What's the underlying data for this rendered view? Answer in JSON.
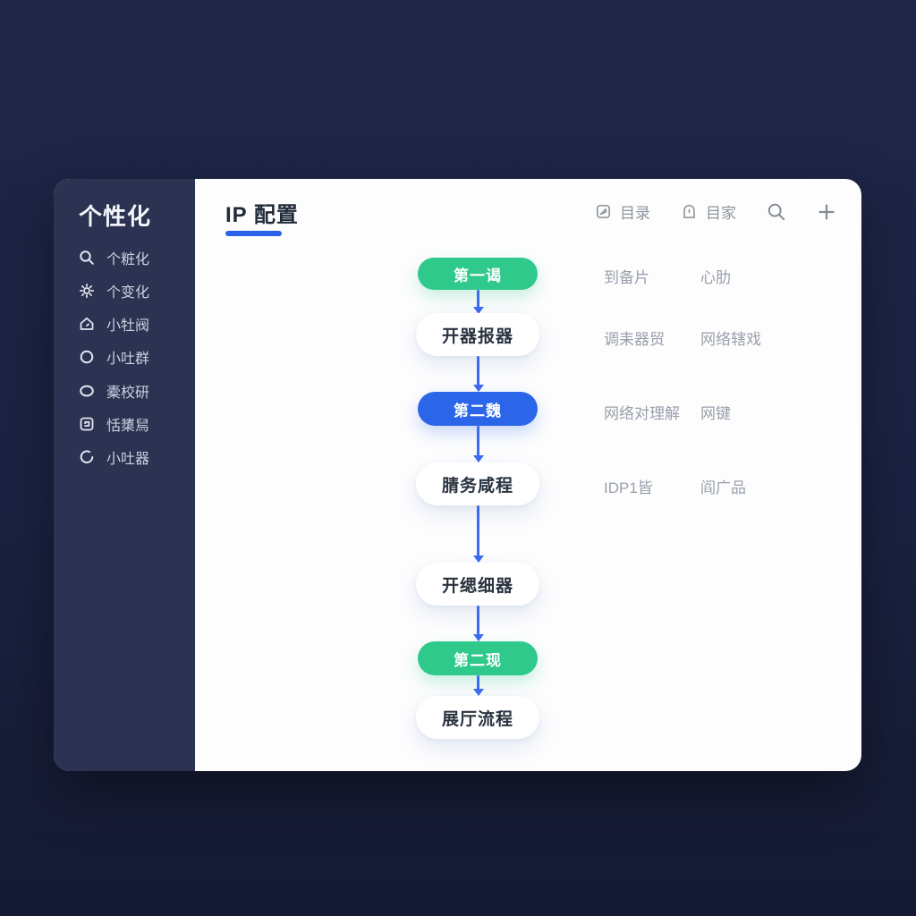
{
  "colors": {
    "background": "#1d2441",
    "sidebar": "#2b3252",
    "card": "#fdfdfe",
    "accent_blue": "#2b63e8",
    "stage_green": "#2fc98c",
    "stage_blue": "#2b66e9",
    "arrow_blue": "#3b6cf0",
    "muted_text": "#99a0ab"
  },
  "sidebar": {
    "title": "个性化",
    "items": [
      {
        "icon": "search-icon",
        "label": "个粧化"
      },
      {
        "icon": "gear-icon",
        "label": "个变化"
      },
      {
        "icon": "home-icon",
        "label": "小牡阀"
      },
      {
        "icon": "circle-icon",
        "label": "小吐群"
      },
      {
        "icon": "ellipse-icon",
        "label": "橐校研"
      },
      {
        "icon": "inbox-icon",
        "label": "恬橥舃"
      },
      {
        "icon": "refresh-icon",
        "label": "小吐器"
      }
    ]
  },
  "header": {
    "title": "IP 配置",
    "toolbar": {
      "catalog": {
        "icon": "document-icon",
        "label": "目录"
      },
      "home": {
        "icon": "lock-icon",
        "label": "目家"
      },
      "search": {
        "icon": "search-icon"
      },
      "add": {
        "icon": "plus-icon"
      }
    }
  },
  "flow": {
    "nodes": [
      {
        "kind": "stage",
        "color": "green",
        "label": "第一谒"
      },
      {
        "kind": "step",
        "color": "white",
        "label": "开器报器"
      },
      {
        "kind": "stage",
        "color": "blue",
        "label": "第二魏"
      },
      {
        "kind": "step",
        "color": "white",
        "label": "腈务咸程"
      },
      {
        "kind": "step",
        "color": "white",
        "label": "开缌细器"
      },
      {
        "kind": "stage",
        "color": "green",
        "label": "第二现"
      },
      {
        "kind": "step",
        "color": "white",
        "label": "展厅流程"
      }
    ]
  },
  "annotations": [
    {
      "left": "到备片",
      "right": "心肋"
    },
    {
      "left": "调耒器贸",
      "right": "网络辖戏"
    },
    {
      "left": "网络对理解",
      "right": "网键"
    },
    {
      "left": "IDP1皆",
      "right": "阎广品"
    }
  ]
}
